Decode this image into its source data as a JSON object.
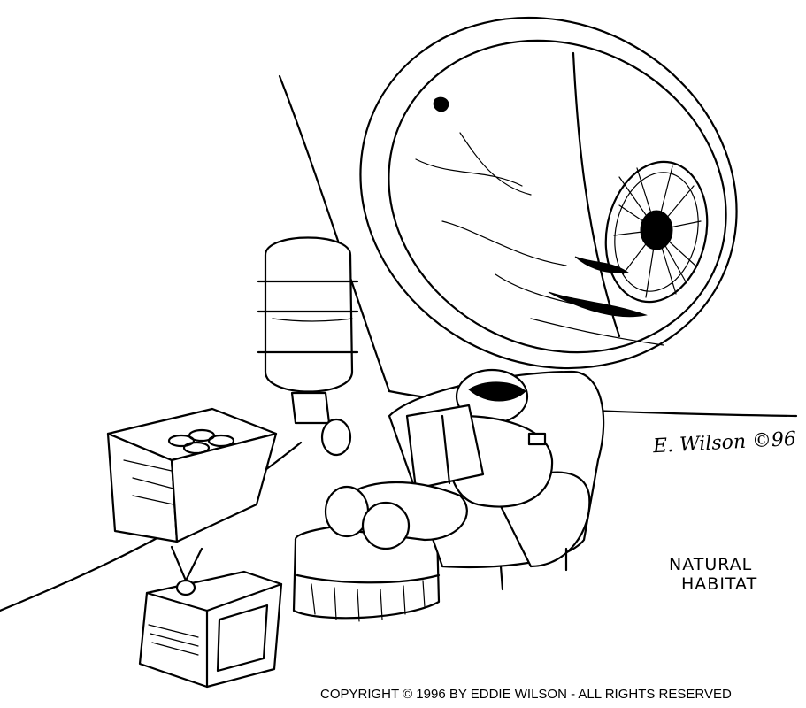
{
  "artwork": {
    "signature": "E. Wilson ©96",
    "caption_line1": "NATURAL",
    "caption_line2": "HABITAT",
    "copyright": "COPYRIGHT © 1996 BY EDDIE WILSON - ALL RIGHTS RESERVED"
  },
  "elements": [
    "earth-window",
    "water-cooler",
    "ice-tray",
    "television",
    "ottoman",
    "armchair",
    "astronaut"
  ]
}
